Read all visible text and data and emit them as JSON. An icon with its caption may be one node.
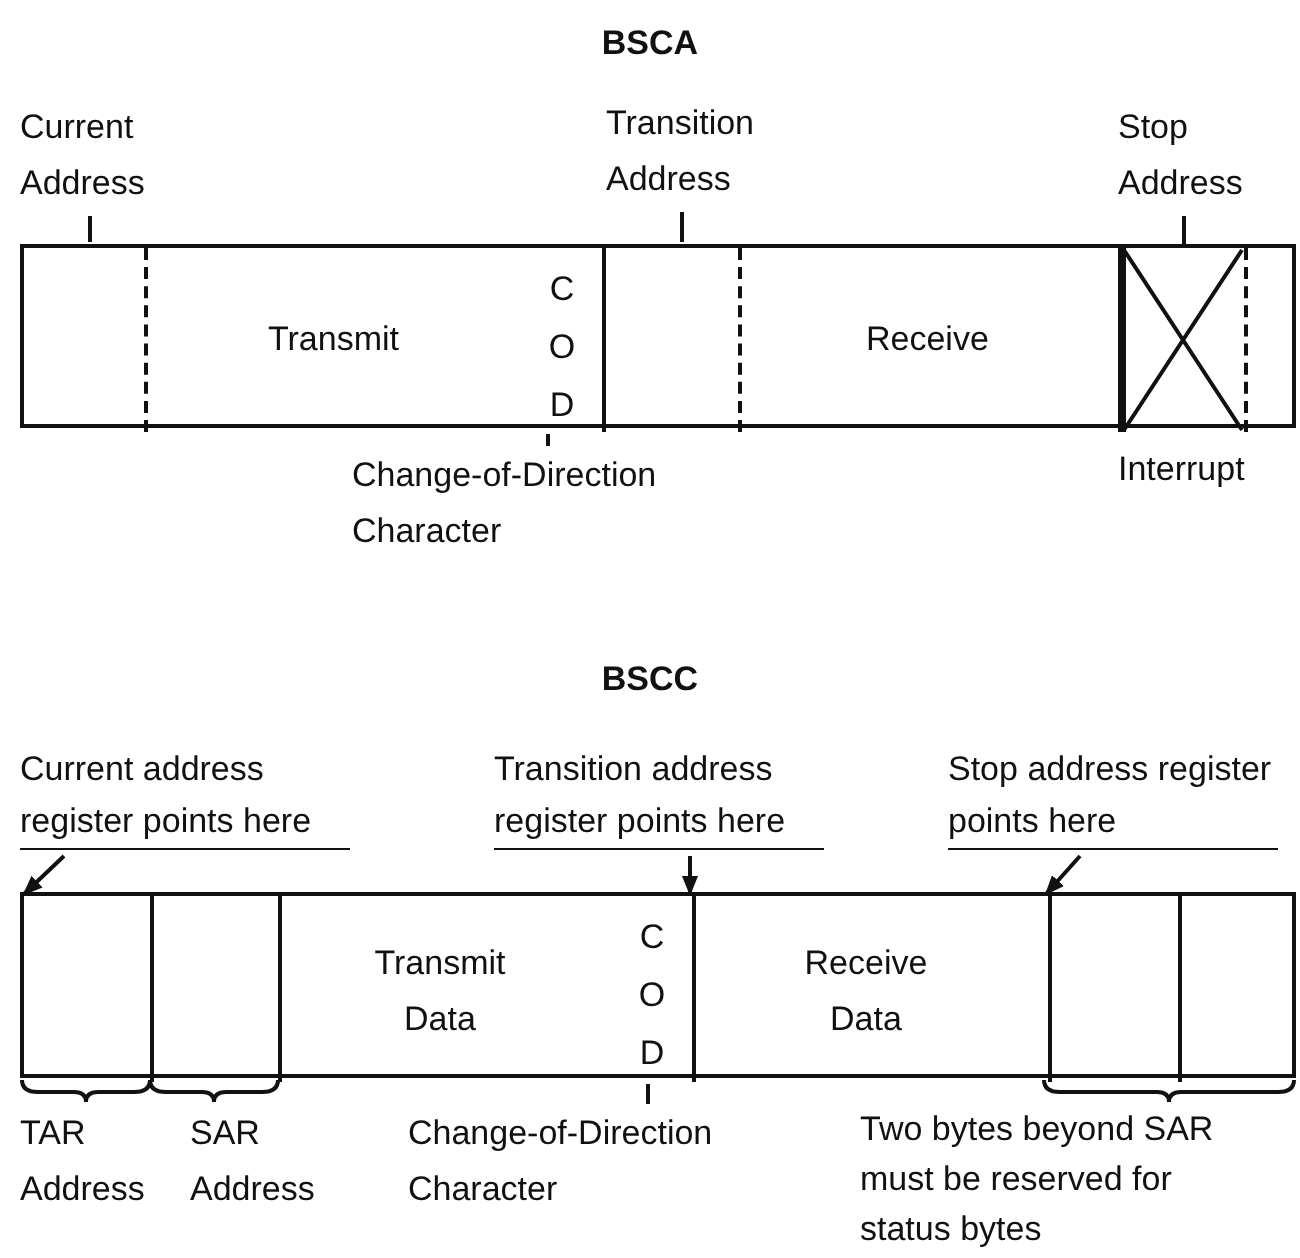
{
  "diagram": {
    "nodes": [
      {
        "text": [],
        "shape": "bar"
      },
      {
        "text": [
          "Transmit",
          "C O D"
        ],
        "in": 0
      },
      {
        "text": [
          "Receive"
        ],
        "in": 0
      },
      {
        "text": [],
        "shape": "box",
        "in": 0,
        "beside": [
          "Interrupt"
        ]
      },
      {
        "text": [
          "Current Address"
        ]
      },
      {
        "text": [
          "Transition Address"
        ]
      },
      {
        "text": [
          "Stop Address"
        ]
      },
      {
        "text": [
          "Change-of-Direction Character"
        ]
      },
      {
        "text": [],
        "shape": "bar"
      },
      {
        "text": [],
        "shape": "box",
        "in": 8,
        "beside": [
          "TAR Address"
        ]
      },
      {
        "text": [],
        "shape": "box",
        "in": 8,
        "beside": [
          "SAR Address"
        ]
      },
      {
        "text": [
          "Transmit Data",
          "C O D"
        ],
        "in": 8
      },
      {
        "text": [
          "Receive Data"
        ],
        "in": 8
      },
      {
        "text": [],
        "shape": "box",
        "in": 8
      },
      {
        "text": [],
        "shape": "box",
        "in": 8
      },
      {
        "text": [
          "Current address register points here"
        ]
      },
      {
        "text": [
          "Transition address register points here"
        ]
      },
      {
        "text": [
          "Stop address register points here"
        ]
      },
      {
        "text": [
          "Change-of-Direction Character"
        ]
      }
    ],
    "edges": [
      {
        "from": 4,
        "to": 0,
        "arrow": "none"
      },
      {
        "from": 5,
        "to": 0,
        "arrow": "none"
      },
      {
        "from": 6,
        "to": 3,
        "arrow": "none"
      },
      {
        "from": 7,
        "to": 1,
        "arrow": "none"
      },
      {
        "from": 15,
        "to": 9,
        "arrow": "to"
      },
      {
        "from": 16,
        "to": 11,
        "arrow": "to"
      },
      {
        "from": 17,
        "to": 13,
        "arrow": "to"
      },
      {
        "from": 18,
        "to": 11,
        "arrow": "none"
      }
    ],
    "labels": [
      "BSCA",
      "BSCC",
      "Two bytes beyond SAR must be reserved for status bytes"
    ]
  }
}
